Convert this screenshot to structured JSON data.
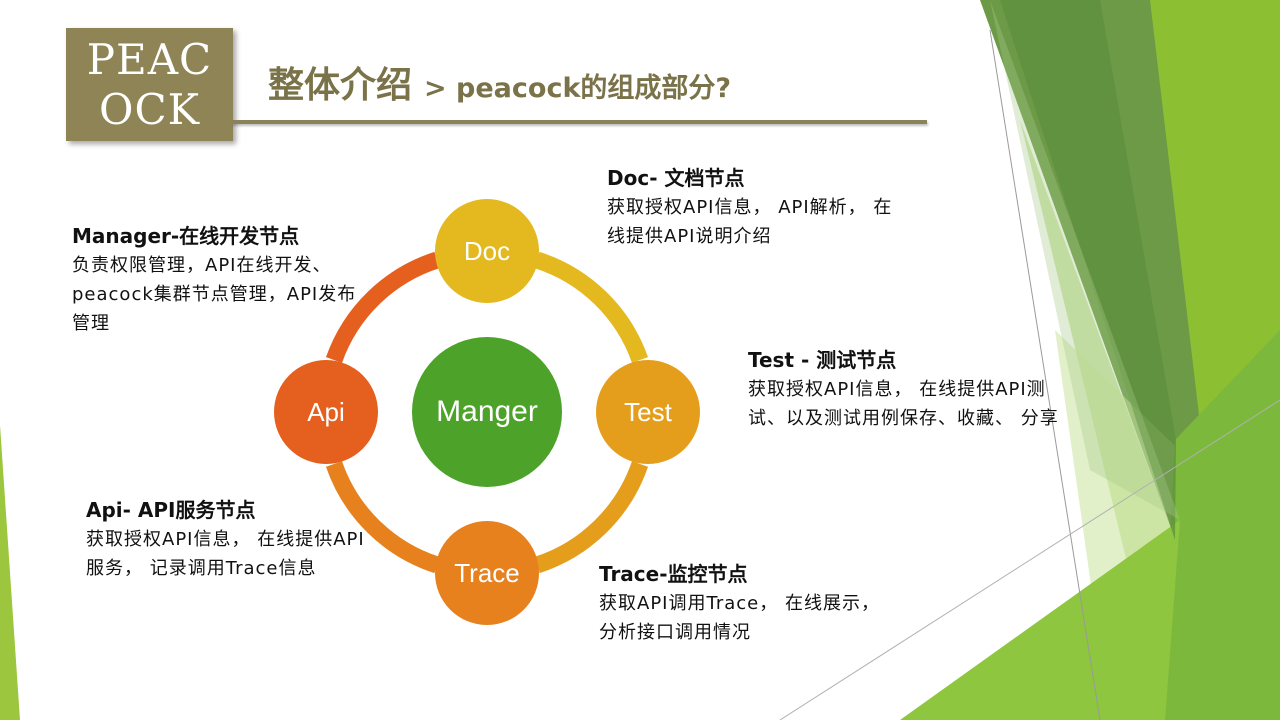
{
  "header": {
    "logo_line1": "PEAC",
    "logo_line2": "OCK",
    "title_main": "整体介绍",
    "title_sub": "> peacock的组成部分?"
  },
  "diagram": {
    "center": "Manger",
    "nodes": {
      "doc": "Doc",
      "test": "Test",
      "trace": "Trace",
      "api": "Api"
    }
  },
  "descriptions": {
    "doc": {
      "heading": "Doc- 文档节点",
      "body": "获取授权API信息， API解析， 在线提供API说明介绍"
    },
    "manager": {
      "heading": "Manager-在线开发节点",
      "body": "负责权限管理，API在线开发、peacock集群节点管理，API发布管理"
    },
    "test": {
      "heading": "Test - 测试节点",
      "body": "获取授权API信息， 在线提供API测试、以及测试用例保存、收藏、 分享"
    },
    "api": {
      "heading": "Api- API服务节点",
      "body": "获取授权API信息， 在线提供API服务， 记录调用Trace信息"
    },
    "trace": {
      "heading": "Trace-监控节点",
      "body": "获取API调用Trace， 在线展示， 分析接口调用情况"
    }
  },
  "colors": {
    "logo_bg": "#8f8455",
    "title": "#7a7248",
    "doc": "#e4b81f",
    "test": "#e59e1c",
    "trace": "#e6811e",
    "api": "#e5601f",
    "center": "#4da22a",
    "green_dark": "#5f9b3e",
    "green_light": "#8cc63f"
  }
}
